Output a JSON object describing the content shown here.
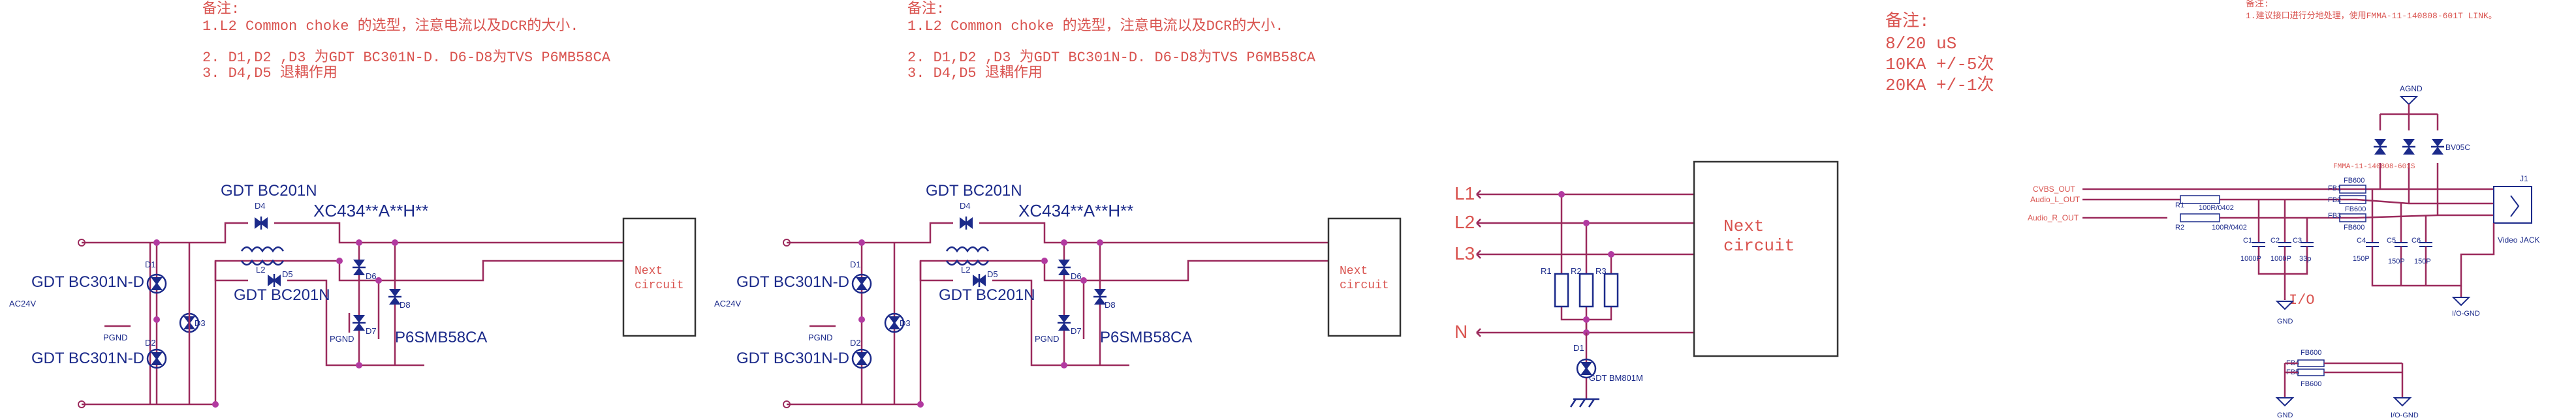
{
  "panels": [
    {
      "note_title": "备注:",
      "note_line1": "1.L2 Common choke 的选型，注意电流以及DCR的大小.",
      "note_line2": "2. D1,D2 ,D3 为GDT BC301N-D. D6-D8为TVS P6MB58CA",
      "note_line3": "3. D4,D5 退耦作用",
      "gdt_top_label": "GDT BC201N",
      "chip_label": "XC434**A**H**",
      "gdt_mid_label": "GDT BC201N",
      "gdt_left1": "GDT BC301N-D",
      "gdt_left2": "GDT BC301N-D",
      "tvs_label": "P6SMB58CA",
      "ac_label": "AC24V",
      "pgnd1": "PGND",
      "pgnd2": "PGND",
      "next1": "Next",
      "next2": "circuit",
      "d1": "D1",
      "d2": "D2",
      "d3": "D3",
      "d4": "D4",
      "d5": "D5",
      "d6": "D6",
      "d7": "D7",
      "d8": "D8",
      "l2": "L2"
    },
    {
      "note_title": "备注:",
      "note_line1": "1.L2 Common choke 的选型，注意电流以及DCR的大小.",
      "note_line2": "2. D1,D2 ,D3 为GDT BC301N-D. D6-D8为TVS P6MB58CA",
      "note_line3": "3. D4,D5 退耦作用",
      "gdt_top_label": "GDT BC201N",
      "chip_label": "XC434**A**H**",
      "gdt_mid_label": "GDT BC201N",
      "gdt_left1": "GDT BC301N-D",
      "gdt_left2": "GDT BC301N-D",
      "tvs_label": "P6SMB58CA",
      "ac_label": "AC24V",
      "pgnd1": "PGND",
      "pgnd2": "PGND",
      "next1": "Next",
      "next2": "circuit",
      "d1": "D1",
      "d2": "D2",
      "d3": "D3",
      "d4": "D4",
      "d5": "D5",
      "d6": "D6",
      "d7": "D7",
      "d8": "D8",
      "l2": "L2"
    }
  ],
  "panel3": {
    "l1": "L1",
    "l2": "L2",
    "l3": "L3",
    "n": "N",
    "r1": "R1",
    "r2": "R2",
    "r3": "R3",
    "d1": "D1",
    "gdt": "GDT BM801M",
    "next1": "Next",
    "next2": "circuit"
  },
  "panel4": {
    "note_title": "备注:",
    "note_line1": "8/20 uS",
    "note_line2": "10KA +/-5次",
    "note_line3": "20KA +/-1次"
  },
  "panel5": {
    "note_title": "备注:",
    "note_line1": "1.建议接口进行分地处理，使用FMMA-11-140808-601T LINK。",
    "agnd": "AGND",
    "bv": "BV05C",
    "part": "FMMA-11-140808-601S",
    "cvbs": "CVBS_OUT",
    "audio_l": "Audio_L_OUT",
    "audio_r": "Audio_R_OUT",
    "r1": "R1",
    "r1v": "100R/0402",
    "r2": "R2",
    "r2v": "100R/0402",
    "fb1": "FB1",
    "fb2": "FB2",
    "fb3": "FB3",
    "fb4": "FB4",
    "fb5": "FB5",
    "fbv": "FB600",
    "c1": "C1",
    "c1v": "1000P",
    "c2": "C2",
    "c2v": "1000P",
    "c3": "C3",
    "c3v": "33p",
    "c4": "C4",
    "c4v": "150P",
    "c5": "C5",
    "c5v": "150P",
    "c6": "C6",
    "c6v": "150P",
    "io": "I/O",
    "gnd": "GND",
    "iognd": "I/O-GND",
    "gnd2": "GND",
    "iognd2": "I/O-GND",
    "j1": "J1",
    "video": "Video  JACK"
  }
}
